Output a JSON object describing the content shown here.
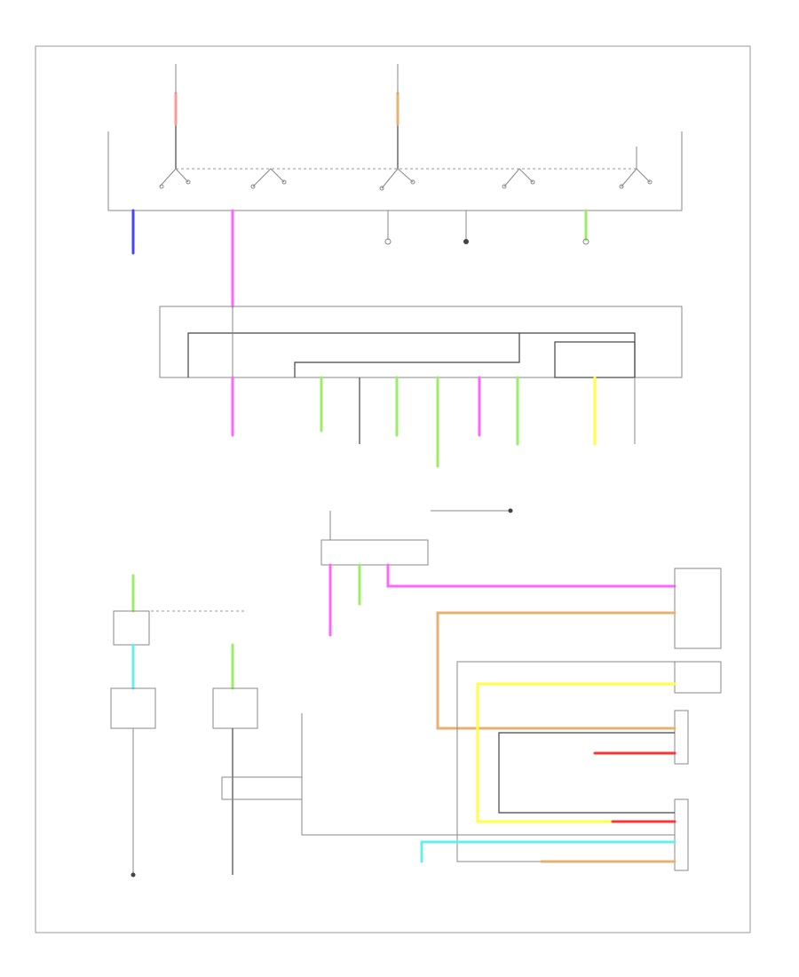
{
  "footer": {
    "code": ""
  },
  "colors": {
    "pink": "#ff66ff",
    "blue": "#4444ff",
    "green": "#99ee66",
    "yellow": "#ffff44",
    "cyan": "#66eeee",
    "orange": "#e8b070",
    "red": "#ff3333",
    "black": "#333333",
    "gray": "#999999"
  },
  "legend": {
    "wire_colors": [
      "pink",
      "blue",
      "green",
      "yellow",
      "cyan",
      "orange",
      "red",
      "black",
      "gray"
    ]
  }
}
